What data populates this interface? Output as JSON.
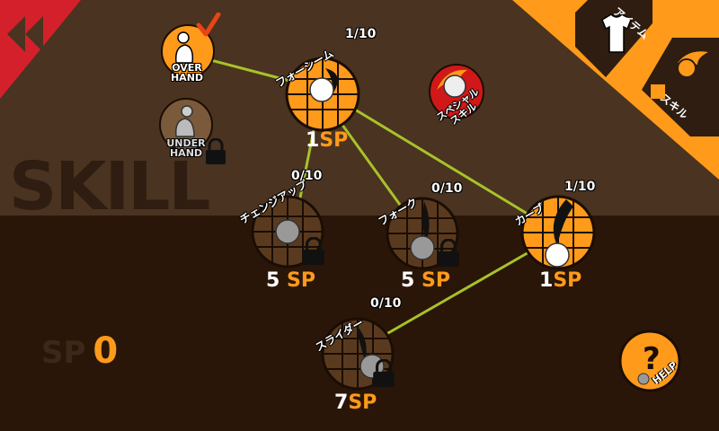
{
  "title": "SKILL",
  "sp": {
    "label": "SP",
    "value": "0"
  },
  "tabs": {
    "item_label": "アイテム",
    "skill_label": "スキル"
  },
  "help_label": "HELP",
  "colors": {
    "accent": "#ff9a1a",
    "link": "#a8c22a",
    "panel": "#4a3320",
    "back": "#d4202a"
  },
  "grips": [
    {
      "id": "overhand",
      "line1": "OVER",
      "line2": "HAND",
      "selected": true
    },
    {
      "id": "underhand",
      "line1": "UNDER",
      "line2": "HAND",
      "locked": true
    }
  ],
  "special": {
    "label_line1": "スペシャル",
    "label_line2": "スキル"
  },
  "skills": [
    {
      "id": "fourseam",
      "name": "フォーシーム",
      "count": "1/10",
      "cost_num": "1",
      "cost_unit": "SP",
      "unlocked": true
    },
    {
      "id": "changeup",
      "name": "チェンジアップ",
      "count": "0/10",
      "cost_num": "5",
      "cost_unit": "SP",
      "unlocked": false
    },
    {
      "id": "fork",
      "name": "フォーク",
      "count": "0/10",
      "cost_num": "5",
      "cost_unit": "SP",
      "unlocked": false
    },
    {
      "id": "curve",
      "name": "カーブ",
      "count": "1/10",
      "cost_num": "1",
      "cost_unit": "SP",
      "unlocked": true
    },
    {
      "id": "slider",
      "name": "スライダー",
      "count": "0/10",
      "cost_num": "7",
      "cost_unit": "SP",
      "unlocked": false
    }
  ]
}
